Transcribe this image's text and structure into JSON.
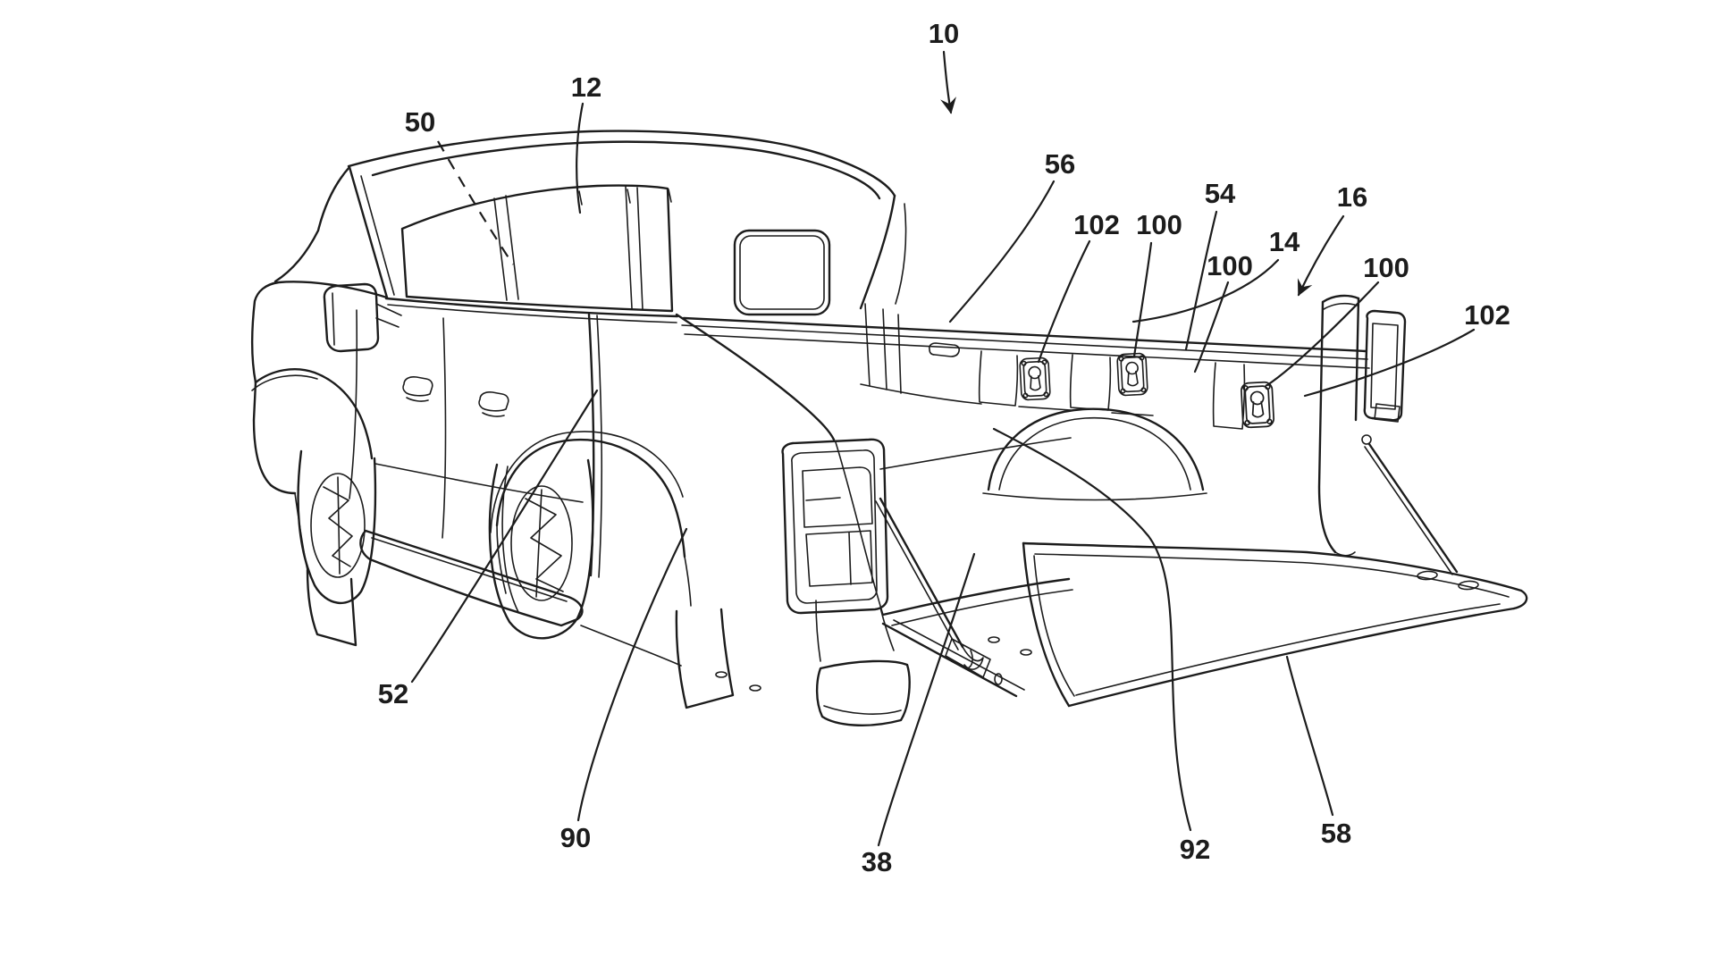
{
  "figure": {
    "type": "patent-line-drawing",
    "subject_shown": "pickup truck rear perspective with open tailgate and cargo bed tie-down cleats"
  },
  "colors": {
    "line_color": "#1c1c1c",
    "background": "#ffffff"
  },
  "labels": [
    {
      "text": "10"
    },
    {
      "text": "12"
    },
    {
      "text": "50"
    },
    {
      "text": "56"
    },
    {
      "text": "102"
    },
    {
      "text": "100"
    },
    {
      "text": "54"
    },
    {
      "text": "100"
    },
    {
      "text": "14"
    },
    {
      "text": "16"
    },
    {
      "text": "100"
    },
    {
      "text": "102"
    },
    {
      "text": "52"
    },
    {
      "text": "90"
    },
    {
      "text": "38"
    },
    {
      "text": "92"
    },
    {
      "text": "58"
    }
  ]
}
